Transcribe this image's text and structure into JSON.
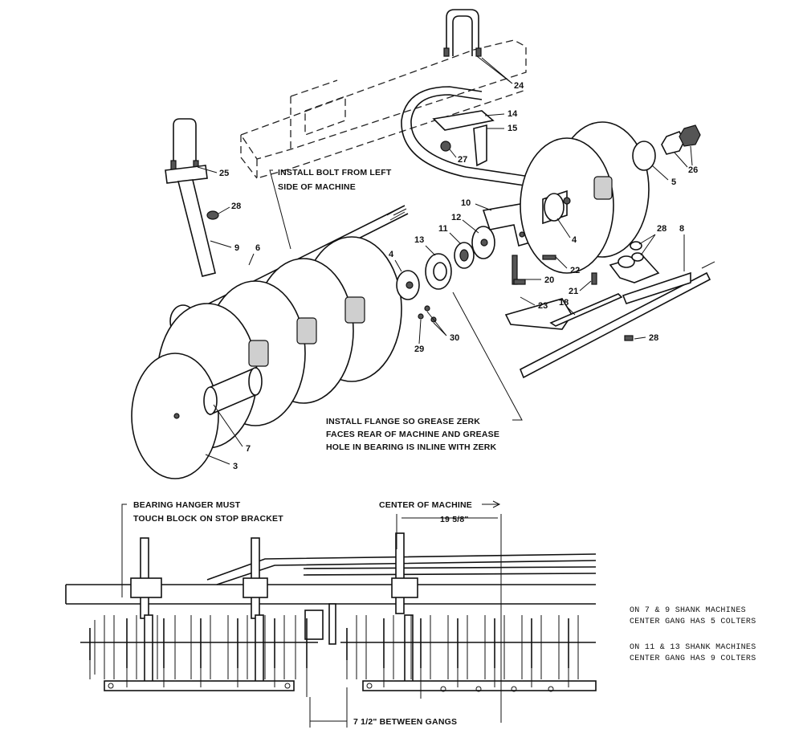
{
  "callouts": {
    "c24": "24",
    "c14": "14",
    "c15": "15",
    "c27": "27",
    "c26": "26",
    "c25": "25",
    "c5": "5",
    "c28a": "28",
    "c10": "10",
    "c12": "12",
    "c11": "11",
    "c13": "13",
    "c4a": "4",
    "c4b": "4",
    "c9": "9",
    "c6": "6",
    "c8": "8",
    "c28b": "28",
    "c22": "22",
    "c20": "20",
    "c21": "21",
    "c18": "18",
    "c23": "23",
    "c28c": "28",
    "c29": "29",
    "c30": "30",
    "c7": "7",
    "c3": "3"
  },
  "notes": {
    "install_bolt_1": "INSTALL BOLT FROM LEFT",
    "install_bolt_2": "SIDE OF MACHINE",
    "flange_1": "INSTALL FLANGE SO GREASE ZERK",
    "flange_2": "FACES REAR OF MACHINE AND GREASE",
    "flange_3": "HOLE IN BEARING IS INLINE WITH ZERK",
    "hanger_1": "BEARING HANGER MUST",
    "hanger_2": "TOUCH BLOCK ON STOP BRACKET",
    "center_of_machine": "CENTER OF MACHINE",
    "dim_19": "19 5/8\"",
    "between_gangs": "7 1/2\" BETWEEN GANGS",
    "shank_note_1a": "ON 7 & 9 SHANK MACHINES",
    "shank_note_1b": "CENTER GANG HAS 5 COLTERS",
    "shank_note_2a": "ON 11 & 13 SHANK MACHINES",
    "shank_note_2b": "CENTER GANG HAS 9 COLTERS"
  }
}
